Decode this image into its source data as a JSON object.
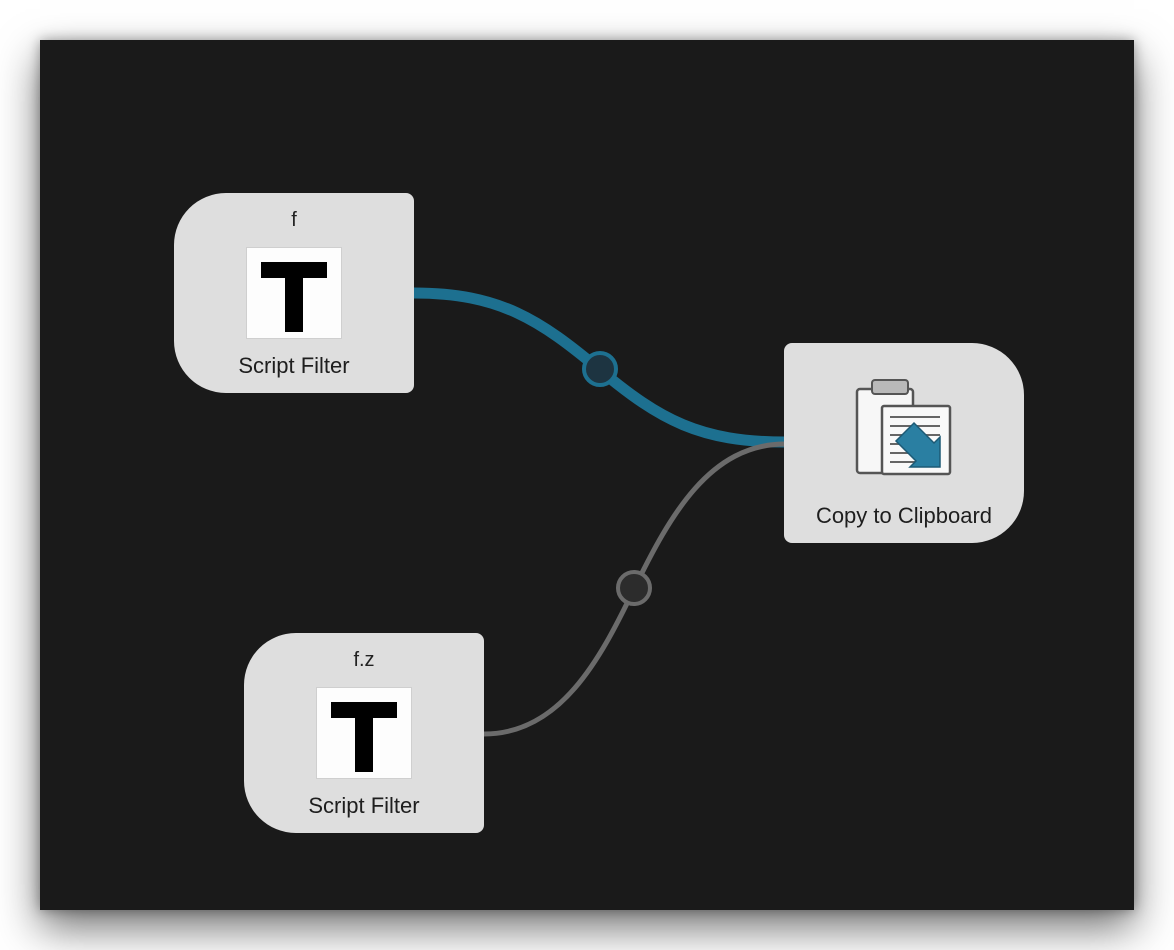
{
  "canvas": {
    "background": "#1a1a1a"
  },
  "nodes": {
    "script_filter_1": {
      "keyword": "f",
      "label": "Script Filter",
      "icon": "text-t-icon"
    },
    "script_filter_2": {
      "keyword": "f.z",
      "label": "Script Filter",
      "icon": "text-t-icon"
    },
    "copy_to_clipboard": {
      "label": "Copy to Clipboard",
      "icon": "clipboard-copy-icon"
    }
  },
  "connections": {
    "active_color": "#1d7090",
    "inactive_color": "#6b6b6b"
  }
}
